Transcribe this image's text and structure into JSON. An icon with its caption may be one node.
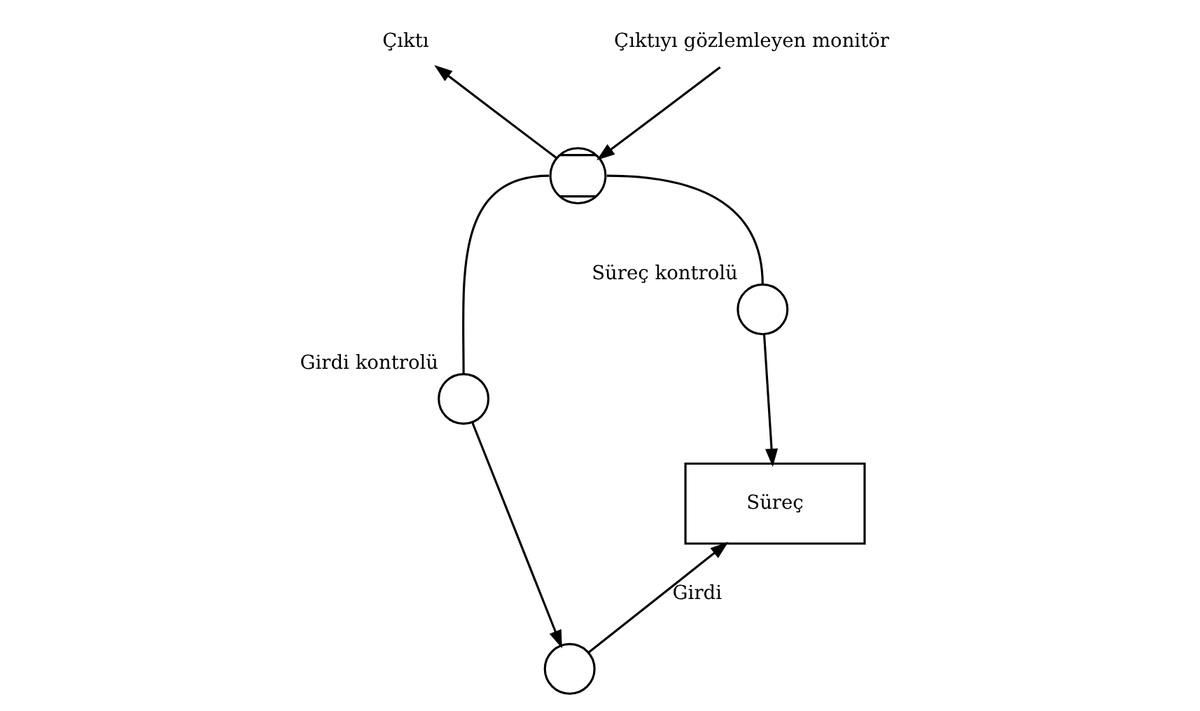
{
  "diagram": {
    "nodes": [
      {
        "text": [
          "Çıktı"
        ]
      },
      {
        "text": [
          "Çıktıyı gözlemleyen monitör"
        ]
      },
      {
        "text": [],
        "shape": "circle"
      },
      {
        "text": [],
        "shape": "circle",
        "beside": [
          "Girdi kontrolü"
        ]
      },
      {
        "text": [
          "Süreç"
        ]
      },
      {
        "text": [],
        "shape": "circle",
        "beside": [
          "Süreç kontrolü"
        ]
      },
      {
        "text": [],
        "shape": "circle"
      }
    ],
    "edges": [
      {
        "from": 2,
        "to": 0,
        "arrow": "to"
      },
      {
        "from": 1,
        "to": 2,
        "arrow": "to"
      },
      {
        "from": 2,
        "to": 3,
        "arrow": "none"
      },
      {
        "from": 3,
        "to": 6,
        "arrow": "to"
      },
      {
        "from": 2,
        "to": 5,
        "arrow": "none"
      },
      {
        "from": 5,
        "to": 4,
        "arrow": "to"
      },
      {
        "from": 6,
        "to": 4,
        "arrow": "to",
        "label": "Girdi"
      }
    ]
  }
}
